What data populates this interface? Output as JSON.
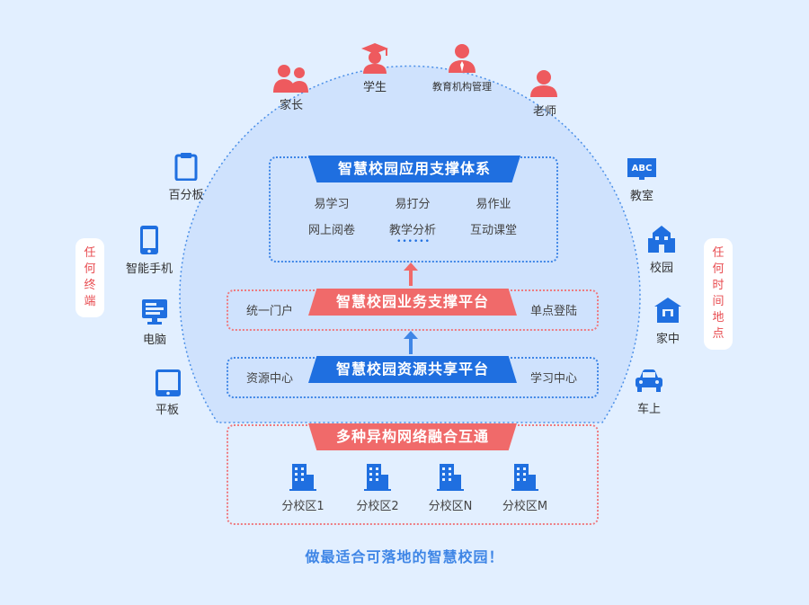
{
  "top_roles": [
    {
      "label": "家长",
      "icon": "parents-icon"
    },
    {
      "label": "学生",
      "icon": "graduate-student-icon"
    },
    {
      "label": "教育机构管理",
      "icon": "administrator-icon"
    },
    {
      "label": "老师",
      "icon": "teacher-icon"
    }
  ],
  "left_terminals": [
    {
      "label": "百分板",
      "icon": "clipboard-icon"
    },
    {
      "label": "智能手机",
      "icon": "smartphone-icon"
    },
    {
      "label": "电脑",
      "icon": "computer-icon"
    },
    {
      "label": "平板",
      "icon": "tablet-icon"
    }
  ],
  "right_locations": [
    {
      "label": "教室",
      "icon": "classroom-board-icon",
      "icon_text": "ABC"
    },
    {
      "label": "校园",
      "icon": "school-building-icon"
    },
    {
      "label": "家中",
      "icon": "home-icon"
    },
    {
      "label": "车上",
      "icon": "car-icon"
    }
  ],
  "left_pill": [
    "任",
    "何",
    "终",
    "端"
  ],
  "right_pill": [
    "任",
    "何",
    "时",
    "间",
    "地",
    "点"
  ],
  "app_layer": {
    "title": "智慧校园应用支撑体系",
    "items": [
      "易学习",
      "易打分",
      "易作业",
      "网上阅卷",
      "教学分析",
      "互动课堂"
    ],
    "more": "••••••"
  },
  "business_layer": {
    "title": "智慧校园业务支撑平台",
    "left": "统一门户",
    "right": "单点登陆"
  },
  "resource_layer": {
    "title": "智慧校园资源共享平台",
    "left": "资源中心",
    "right": "学习中心"
  },
  "network_layer": {
    "title": "多种异构网络融合互通",
    "campuses": [
      "分校区1",
      "分校区2",
      "分校区N",
      "分校区M"
    ]
  },
  "slogan": "做最适合可落地的智慧校园！",
  "colors": {
    "background": "#e2efff",
    "blue": "#1f6fe0",
    "red": "#f06a6a",
    "icon_red": "#ee5a5e",
    "icon_blue": "#1f6fe0"
  }
}
